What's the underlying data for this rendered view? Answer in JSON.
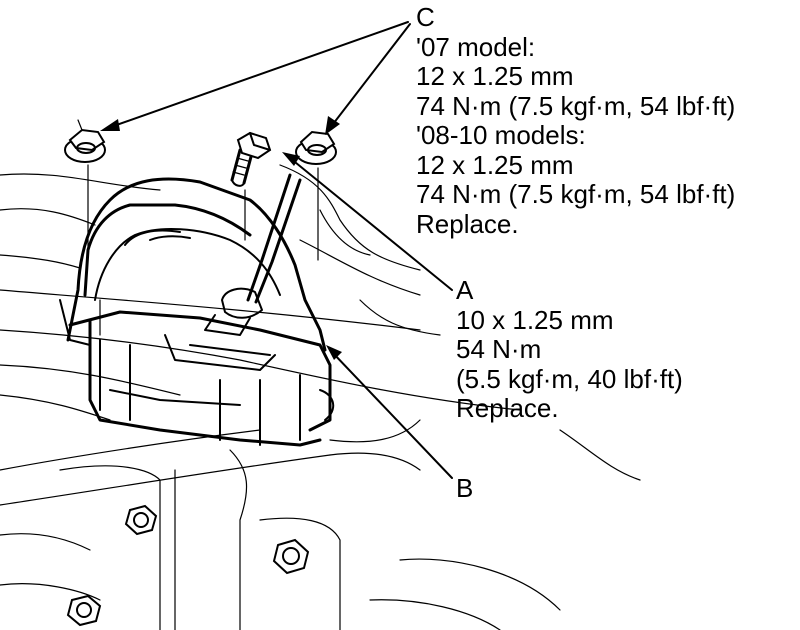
{
  "callouts": {
    "c": {
      "letter": "C",
      "lines": [
        "'07 model:",
        "12 x 1.25 mm",
        "74 N·m (7.5 kgf·m, 54 lbf·ft)",
        "'08-10 models:",
        "12 x 1.25 mm",
        "74 N·m (7.5 kgf·m, 54 lbf·ft)",
        "Replace."
      ]
    },
    "a": {
      "letter": "A",
      "lines": [
        "10 x 1.25 mm",
        "54 N·m",
        "(5.5 kgf·m, 40 lbf·ft)",
        "Replace."
      ]
    },
    "b": {
      "letter": "B"
    }
  },
  "colors": {
    "ink": "#000000",
    "background": "#ffffff"
  }
}
